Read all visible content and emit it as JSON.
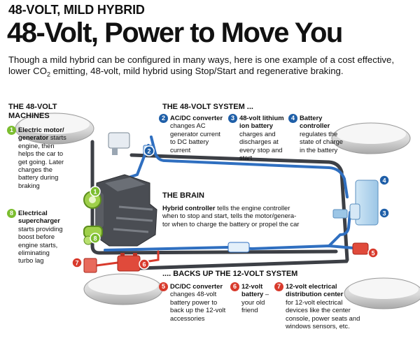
{
  "header": {
    "kicker": "48-VOLT, MILD HYBRID",
    "headline": "48-Volt, Power to Move You",
    "deck_line1": "Though a mild hybrid can be configured in many ways, here is one example of a cost effective,",
    "deck_line2_prefix": "lower CO",
    "deck_line2_sub": "2",
    "deck_line2_suffix": " emitting, 48-volt, mild hybrid using Stop/Start and regenerative braking."
  },
  "machines": {
    "title_line1": "THE 48-VOLT",
    "title_line2": "MACHINES",
    "items": [
      {
        "num": "1",
        "title_lines": [
          "Electric motor/",
          "generator"
        ],
        "title_tail": " starts",
        "lines": [
          "engine, then",
          "helps the car to",
          "get going. Later",
          "charges the",
          "battery during",
          "braking"
        ]
      },
      {
        "num": "8",
        "title_lines": [
          "Electrical",
          "supercharger"
        ],
        "title_tail": "",
        "lines": [
          "starts providing",
          "boost before",
          "engine starts,",
          "eliminating",
          "turbo lag"
        ]
      }
    ]
  },
  "system": {
    "title": "THE 48-VOLT SYSTEM ...",
    "items": [
      {
        "num": "2",
        "title": "AC/DC converter",
        "lines": [
          "changes AC",
          "generator current",
          "to DC battery",
          "current"
        ]
      },
      {
        "num": "3",
        "title_lines": [
          "48-volt lithium",
          "ion battery"
        ],
        "lines": [
          "charges and",
          "discharges at",
          "every stop and",
          "start"
        ]
      },
      {
        "num": "4",
        "title_lines": [
          "Battery",
          "controller"
        ],
        "lines": [
          "regulates the",
          "state of charge",
          "in the battery"
        ]
      }
    ]
  },
  "brain": {
    "title": "THE BRAIN",
    "bold": "Hybrid controller",
    "line1_tail": " tells the engine controller",
    "line2": "when to stop and start, tells the motor/genera-",
    "line3": "tor when to charge the battery or propel the car"
  },
  "backup": {
    "title": ".... BACKS UP THE 12-VOLT SYSTEM",
    "items": [
      {
        "num": "5",
        "title": "DC/DC converter",
        "lines": [
          "changes 48-volt",
          "battery power to",
          "back up the 12-volt",
          "accessories"
        ]
      },
      {
        "num": "6",
        "title_lines": [
          "12-volt",
          "battery"
        ],
        "title_tail": " –",
        "lines": [
          "your old",
          "friend"
        ]
      },
      {
        "num": "7",
        "title_lines": [
          "12-volt electrical",
          "distribution center"
        ],
        "lines": [
          "for 12-volt electrical",
          "devices like the center",
          "console, power seats and",
          "windows sensors, etc."
        ]
      }
    ]
  },
  "callouts": {
    "c1": "1",
    "c2": "2",
    "c3": "3",
    "c4": "4",
    "c5": "5",
    "c6": "6",
    "c7": "7",
    "c8": "8"
  },
  "colors": {
    "badge_blue": "#1f5fa8",
    "badge_green": "#7bbd2f",
    "badge_red": "#d83a2c",
    "wire_48v": "#2f6fc0",
    "wire_12v": "#d83a2c",
    "chassis": "#3c3f45",
    "engine": "#4a4d53"
  }
}
